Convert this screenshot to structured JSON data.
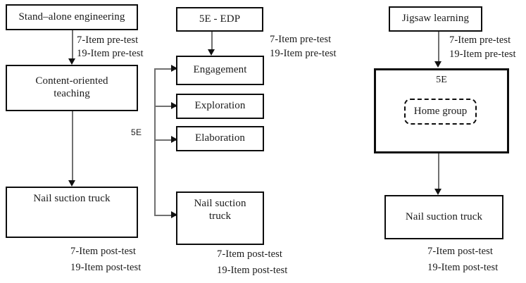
{
  "diagram": {
    "title": "Three instructional-condition research design flowchart",
    "columns": [
      {
        "id": "stand-alone",
        "nodes": [
          {
            "id": "stand-alone-engineering",
            "label": "Stand–alone engineering"
          },
          {
            "id": "content-oriented-teaching",
            "label": "Content-oriented\nteaching"
          },
          {
            "id": "nail-suction-truck-left",
            "label": "Nail suction truck"
          }
        ],
        "pre_test_labels": [
          "7-Item  pre-test",
          "19-Item  pre-test"
        ],
        "post_test_labels": [
          "7-Item  post-test",
          "19-Item  post-test"
        ]
      },
      {
        "id": "5e-edp",
        "nodes": [
          {
            "id": "5e-edp",
            "label": "5E - EDP"
          },
          {
            "id": "engagement",
            "label": "Engagement"
          },
          {
            "id": "exploration",
            "label": "Exploration"
          },
          {
            "id": "elaboration",
            "label": "Elaboration"
          },
          {
            "id": "nail-suction-truck-middle",
            "label": "Nail suction\ntruck"
          }
        ],
        "branch_label": "5E",
        "pre_test_labels": [
          "7-Item pre-test",
          "19-Item pre-test"
        ],
        "post_test_labels": [
          "7-Item post-test",
          "19-Item post-test"
        ]
      },
      {
        "id": "jigsaw",
        "nodes": [
          {
            "id": "jigsaw-learning",
            "label": "Jigsaw learning"
          },
          {
            "id": "five-e-container",
            "label": "5E"
          },
          {
            "id": "home-group",
            "label": "Home group"
          },
          {
            "id": "nail-suction-truck-right",
            "label": "Nail suction truck"
          }
        ],
        "pre_test_labels": [
          "7-Item  pre-test",
          "19-Item pre-test"
        ],
        "post_test_labels": [
          "7-Item  post-test",
          "19-Item post-test"
        ]
      }
    ],
    "colors": {
      "box_border": "#0d0d0d",
      "connector": "#707070",
      "arrow_head": "#111111",
      "text": "#1a1a1a",
      "background": "#ffffff"
    }
  }
}
